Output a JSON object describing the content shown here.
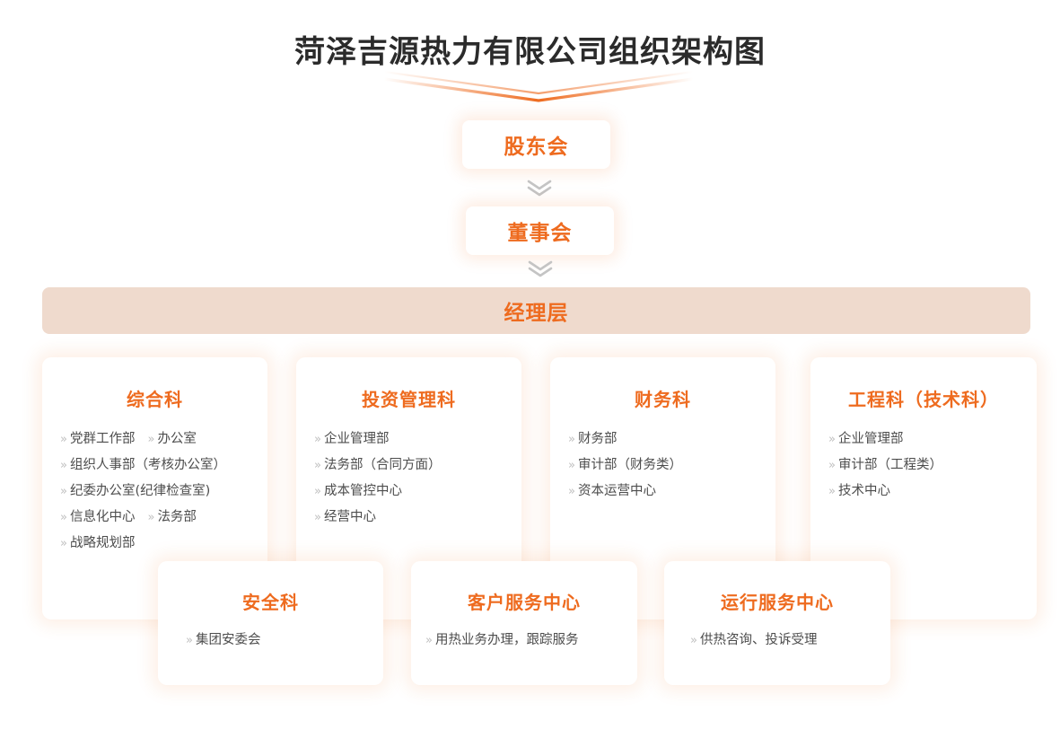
{
  "title": "菏泽吉源热力有限公司组织架构图",
  "colors": {
    "accent": "#ee6b1f",
    "manager_bar_bg": "#efdacd",
    "card_bg": "#ffffff",
    "text": "#4d4d4d",
    "bullet": "#bfbfbf",
    "page_bg": "#ffffff"
  },
  "top_nodes": [
    {
      "label": "股东会"
    },
    {
      "label": "董事会"
    }
  ],
  "manager_layer": {
    "label": "经理层"
  },
  "bullet_glyph": "»",
  "chevron_icon": "chevron-double-down-icon",
  "departments": [
    {
      "title": "综合科",
      "items": [
        {
          "text": "党群工作部",
          "inline_second": "办公室"
        },
        {
          "text": "组织人事部（考核办公室）"
        },
        {
          "text": "纪委办公室(纪律检查室)"
        },
        {
          "text": "信息化中心",
          "inline_second": "法务部"
        },
        {
          "text": "战略规划部"
        }
      ]
    },
    {
      "title": "投资管理科",
      "items": [
        {
          "text": "企业管理部"
        },
        {
          "text": "法务部（合同方面）"
        },
        {
          "text": "成本管控中心"
        },
        {
          "text": "经营中心"
        }
      ]
    },
    {
      "title": "财务科",
      "items": [
        {
          "text": "财务部"
        },
        {
          "text": "审计部（财务类）"
        },
        {
          "text": "资本运营中心"
        }
      ]
    },
    {
      "title": "工程科（技术科）",
      "items": [
        {
          "text": "企业管理部"
        },
        {
          "text": "审计部（工程类）"
        },
        {
          "text": "技术中心"
        }
      ]
    },
    {
      "title": "安全科",
      "items": [
        {
          "text": "集团安委会"
        }
      ]
    },
    {
      "title": "客户服务中心",
      "items": [
        {
          "text": "用热业务办理，跟踪服务"
        }
      ]
    },
    {
      "title": "运行服务中心",
      "items": [
        {
          "text": "供热咨询、投诉受理"
        }
      ]
    }
  ]
}
